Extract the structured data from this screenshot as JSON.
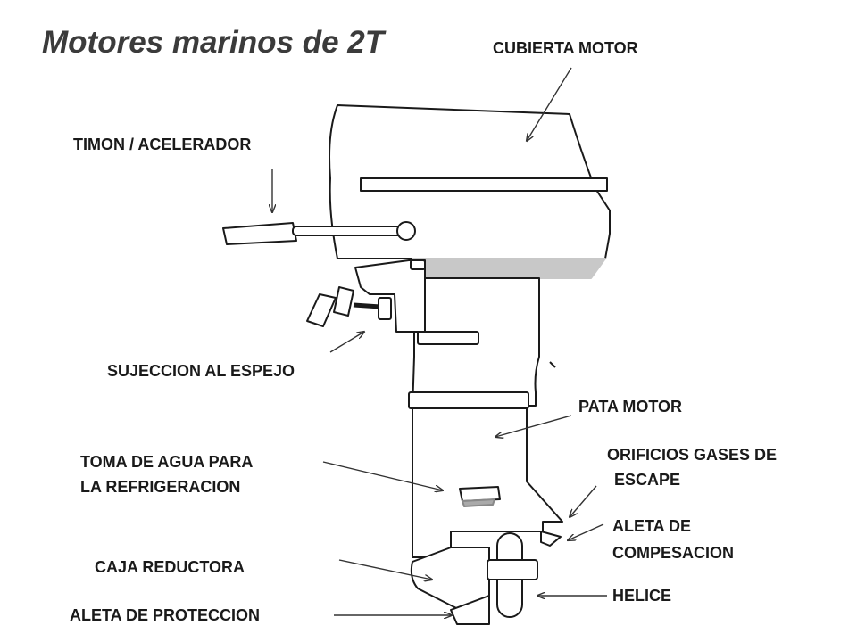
{
  "title": "Motores marinos de 2T",
  "labels": {
    "cubierta_motor": "CUBIERTA MOTOR",
    "timon_acelerador": "TIMON / ACELERADOR",
    "sujeccion_espejo": "SUJECCION AL ESPEJO",
    "pata_motor": "PATA MOTOR",
    "toma_agua_1": "TOMA DE AGUA PARA",
    "toma_agua_2": "LA REFRIGERACION",
    "orificios_1": "ORIFICIOS GASES DE",
    "orificios_2": "ESCAPE",
    "aleta_comp_1": "ALETA DE",
    "aleta_comp_2": "COMPESACION",
    "caja_reductora": "CAJA REDUCTORA",
    "helice": "HELICE",
    "aleta_proteccion": "ALETA DE PROTECCION"
  }
}
